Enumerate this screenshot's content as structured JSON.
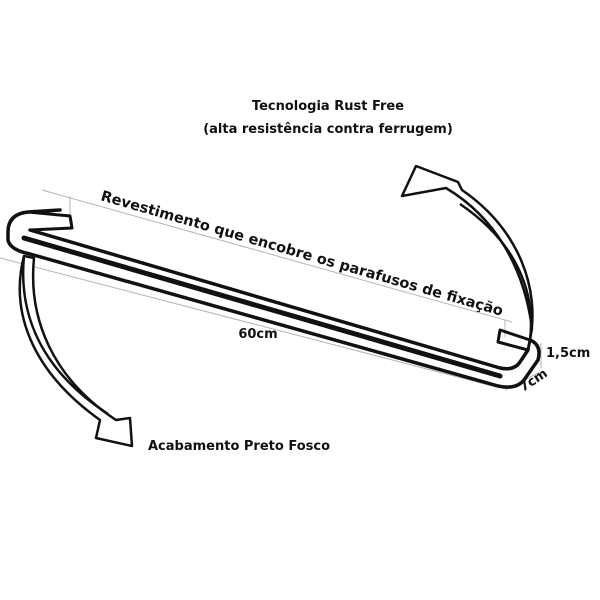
{
  "labels": {
    "rust_title": "Tecnologia Rust Free",
    "rust_subtitle": "(alta resistência contra ferrugem)",
    "coating": "Revestimento que encobre os parafusos de fixação",
    "length": "60cm",
    "height": "1,5cm",
    "depth": "7cm",
    "finish": "Acabamento Preto Fosco"
  },
  "colors": {
    "bar": "#111111",
    "leader_line": "#b5b5b5",
    "arrow_fill": "#ffffff"
  },
  "icons": {
    "arrow_top": "curved-arrow-up-icon",
    "arrow_bottom": "curved-arrow-down-icon"
  }
}
